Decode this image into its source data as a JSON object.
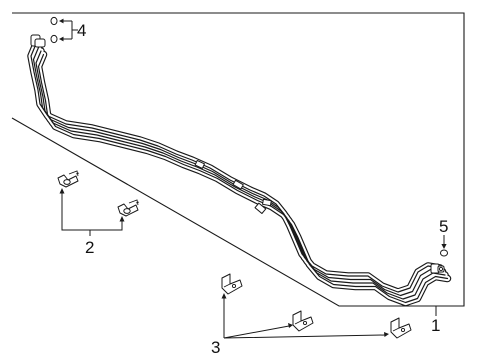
{
  "callouts": {
    "c1": "1",
    "c2": "2",
    "c3": "3",
    "c4": "4",
    "c5": "5"
  },
  "parts": [
    {
      "callout": "1",
      "item": "tube-assembly"
    },
    {
      "callout": "2",
      "item": "clip",
      "count": 2
    },
    {
      "callout": "3",
      "item": "bracket",
      "count": 3
    },
    {
      "callout": "4",
      "item": "seal",
      "count": 2
    },
    {
      "callout": "5",
      "item": "seal",
      "count": 1
    }
  ],
  "colors": {
    "line": "#1a1a1a",
    "background": "#ffffff"
  }
}
